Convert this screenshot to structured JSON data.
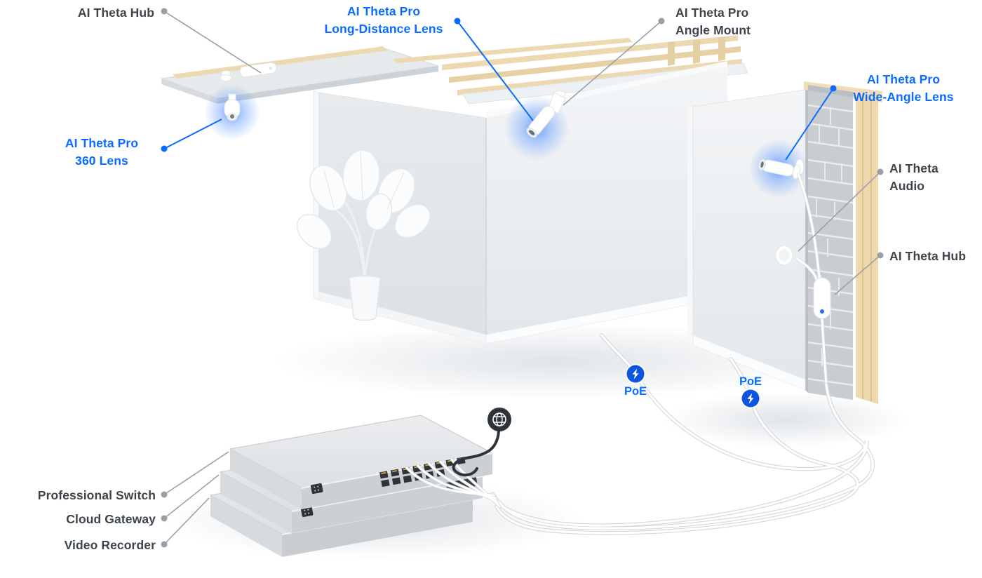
{
  "page": {
    "bg": "#ffffff"
  },
  "colors": {
    "accent_blue": "#0a6cff",
    "badge_blue": "#0d55dd",
    "label_gray": "#3d444b"
  },
  "labels": {
    "hub_ceiling": "AI Theta Hub",
    "lens_360": "AI Theta Pro\n360 Lens",
    "lens_long_distance": "AI Theta Pro\nLong-Distance Lens",
    "angle_mount": "AI Theta Pro\nAngle Mount",
    "lens_wide_angle": "AI Theta Pro\nWide-Angle Lens",
    "audio": "AI Theta\nAudio",
    "hub_wall": "AI Theta Hub",
    "poe_left": "PoE",
    "poe_right": "PoE",
    "professional_switch": "Professional Switch",
    "cloud_gateway": "Cloud Gateway",
    "video_recorder": "Video Recorder"
  }
}
